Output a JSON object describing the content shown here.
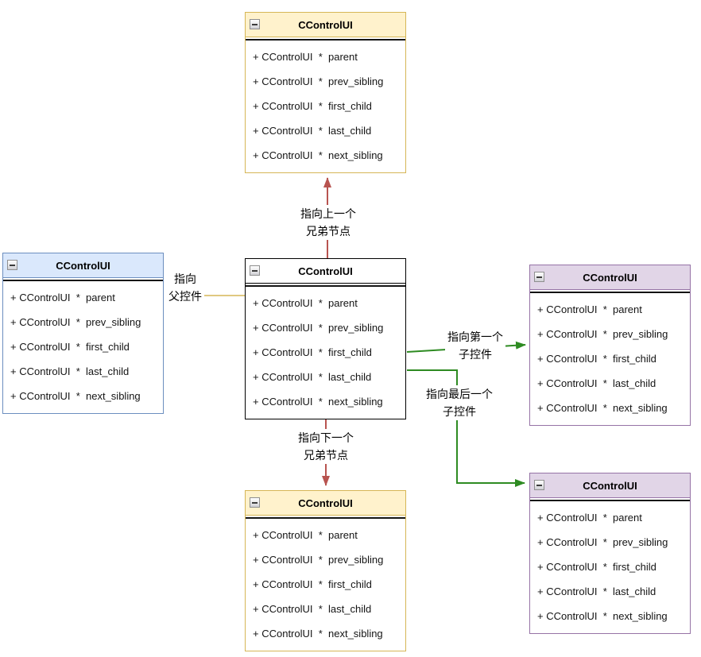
{
  "uml_class": {
    "title": "CControlUI",
    "fields": [
      "+ CControlUI  *  parent",
      "+ CControlUI  *  prev_sibling",
      "+ CControlUI  *  first_child",
      "+ CControlUI  *  last_child",
      "+ CControlUI  *  next_sibling"
    ]
  },
  "boxes": [
    {
      "id": "top",
      "theme": "yellow"
    },
    {
      "id": "left",
      "theme": "blue"
    },
    {
      "id": "center",
      "theme": "plain"
    },
    {
      "id": "right",
      "theme": "purple"
    },
    {
      "id": "bottom-right",
      "theme": "purple"
    },
    {
      "id": "bottom",
      "theme": "yellow"
    }
  ],
  "edge_labels": {
    "prev_sibling": "指向上一个\n兄弟节点",
    "parent": "指向\n父控件",
    "first_child": "指向第一个\n子控件",
    "last_child": "指向最后一个\n子控件",
    "next_sibling": "指向下一个\n兄弟节点"
  },
  "icons": {
    "collapse": "minus-square"
  },
  "colors": {
    "red_arrow": "#B85450",
    "green_arrow": "#2E8B22",
    "yellow_arrow": "#D6B656",
    "yellow_fill": "#FFF2CC",
    "yellow_stroke": "#D6B656",
    "blue_fill": "#DAE8FC",
    "blue_stroke": "#6C8EBF",
    "purple_fill": "#E1D5E7",
    "purple_stroke": "#9673A6"
  }
}
